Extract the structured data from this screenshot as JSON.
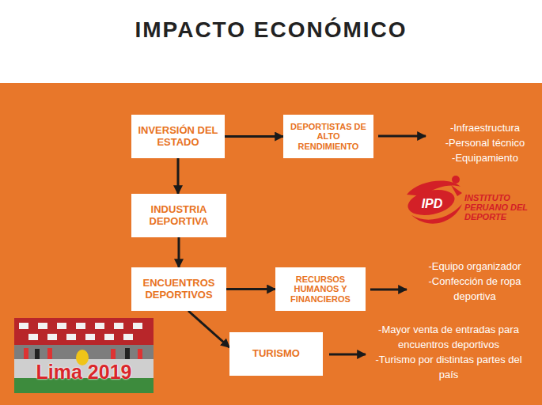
{
  "diagram": {
    "title": "IMPACTO ECONÓMICO",
    "nodes": [
      {
        "text": [
          "INVERSIÓN DEL ESTADO"
        ]
      },
      {
        "text": [
          "DEPORTISTAS DE ALTO RENDIMIENTO"
        ]
      },
      {
        "text": [
          "INDUSTRIA DEPORTIVA"
        ]
      },
      {
        "text": [
          "ENCUENTROS DEPORTIVOS"
        ]
      },
      {
        "text": [
          "RECURSOS HUMANOS Y FINANCIEROS"
        ]
      },
      {
        "text": [
          "TURISMO"
        ]
      }
    ],
    "edges": [
      {
        "from": 0,
        "to": 1,
        "arrow": "to"
      },
      {
        "from": 0,
        "to": 2,
        "arrow": "to"
      },
      {
        "from": 2,
        "to": 3,
        "arrow": "to"
      },
      {
        "from": 3,
        "to": 4,
        "arrow": "to"
      },
      {
        "from": 3,
        "to": 5,
        "arrow": "to"
      }
    ],
    "labels": [
      "-Infraestructura",
      "-Personal técnico",
      "-Equipamiento",
      "-Equipo organizador",
      "-Confección de ropa deportiva",
      "-Mayor venta de entradas para encuentros deportivos",
      "-Turismo por distintas partes del país",
      "IPD",
      "INSTITUTO PERUANO DEL DEPORTE",
      "Lima 2019"
    ]
  }
}
